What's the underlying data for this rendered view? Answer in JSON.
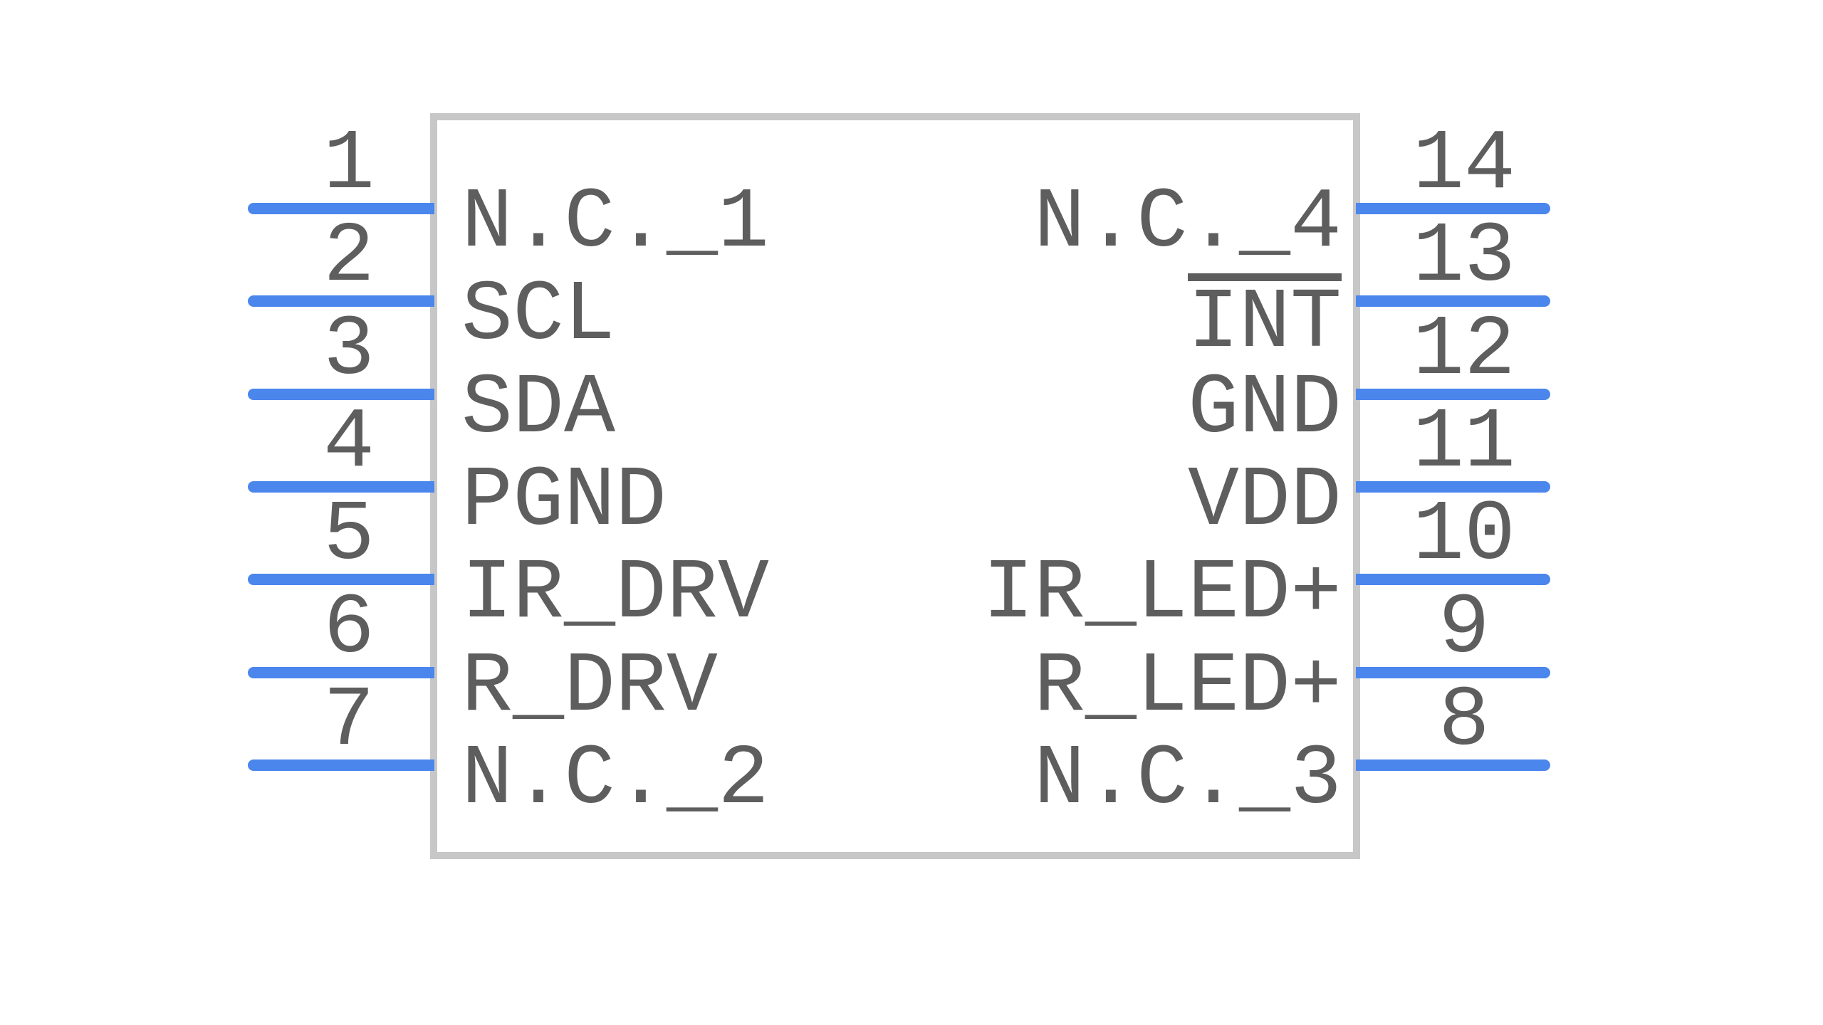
{
  "symbol": {
    "left_pins": [
      {
        "number": "1",
        "name": "N.C._1"
      },
      {
        "number": "2",
        "name": "SCL"
      },
      {
        "number": "3",
        "name": "SDA"
      },
      {
        "number": "4",
        "name": "PGND"
      },
      {
        "number": "5",
        "name": "IR_DRV"
      },
      {
        "number": "6",
        "name": "R_DRV"
      },
      {
        "number": "7",
        "name": "N.C._2"
      }
    ],
    "right_pins": [
      {
        "number": "14",
        "name": "N.C._4"
      },
      {
        "number": "13",
        "name": "INT",
        "overline": true
      },
      {
        "number": "12",
        "name": "GND"
      },
      {
        "number": "11",
        "name": "VDD"
      },
      {
        "number": "10",
        "name": "IR_LED+"
      },
      {
        "number": "9",
        "name": "R_LED+"
      },
      {
        "number": "8",
        "name": "N.C._3"
      }
    ],
    "colors": {
      "pin_line": "#4b86ec",
      "text": "#5e5e5e",
      "body_border": "#c7c7c7",
      "background": "#ffffff"
    }
  }
}
